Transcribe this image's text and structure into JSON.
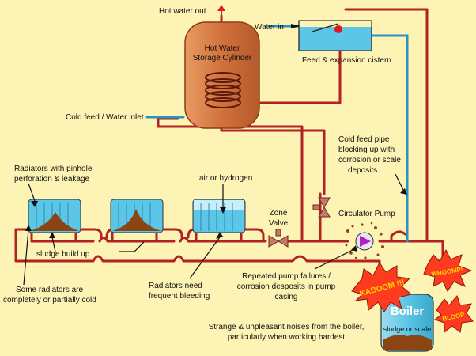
{
  "labels": {
    "hot_water_out": "Hot water out",
    "cylinder_line1": "Hot Water",
    "cylinder_line2": "Storage Cylinder",
    "water_in": "Water in",
    "cistern": "Feed & expansion cistern",
    "cold_feed_inlet": "Cold feed / Water inlet",
    "cold_feed_pipe": [
      "Cold feed pipe",
      "blocking up with",
      "corrosion or scale",
      "deposits"
    ],
    "radiators_pinhole": [
      "Radiators with pinhole",
      "perforation & leakage"
    ],
    "air_hydrogen": "air or hydrogen",
    "zone_valve": [
      "Zone",
      "Valve"
    ],
    "circulator_pump": "Circulator Pump",
    "sludge": "sludge build up",
    "cold_radiators": [
      "Some radiators are",
      "completely or partially cold"
    ],
    "bleeding": [
      "Radiators need",
      "frequent bleeding"
    ],
    "pump_failures": [
      "Repeated pump failures /",
      "corrosion desposits in pump",
      "casing"
    ],
    "boiler": "Boiler",
    "boiler_sub": "sludge or scale",
    "noises": [
      "Strange & unpleasant noises from the boiler,",
      "particularly when working hardest"
    ]
  },
  "bursts": {
    "kaboom": "KABOOM !!!",
    "whoomp": "WHOOMP!",
    "bloop": "BLOOP"
  },
  "colors": {
    "background": "#fdf3b4",
    "pipe_red": "#b22222",
    "pipe_blue": "#2a93c4",
    "cylinder": "#d77b45",
    "water": "#5cc6e6",
    "sludge": "#8b4513",
    "burst": "#ff3b1f"
  }
}
